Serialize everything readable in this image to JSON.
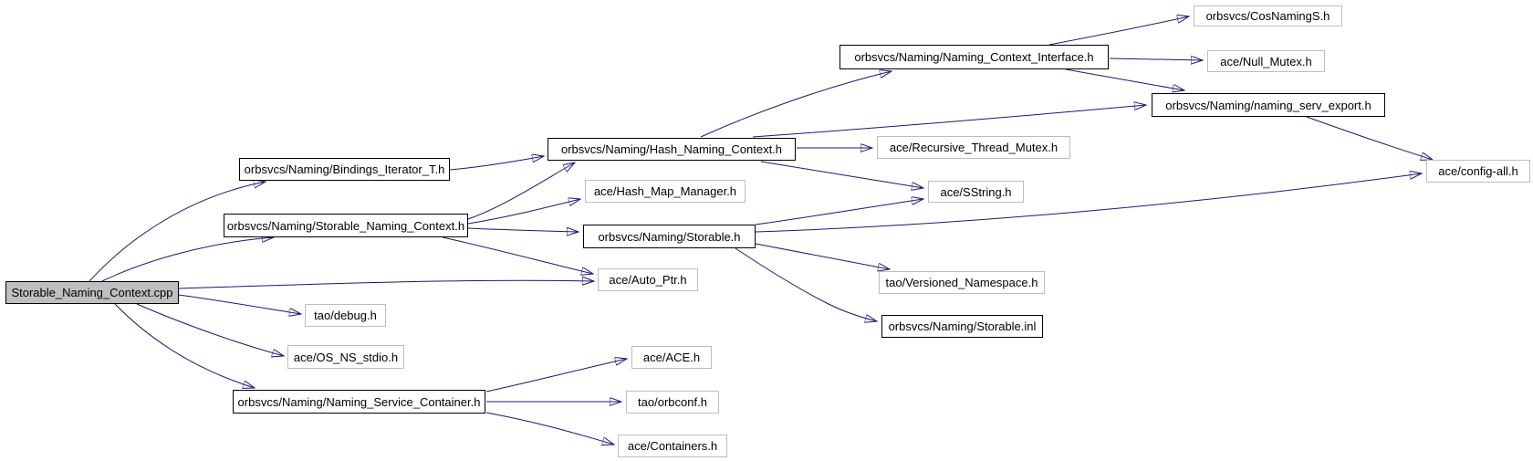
{
  "diagram": {
    "kind": "include-dependency-graph",
    "root_file": "Storable_Naming_Context.cpp",
    "colors": {
      "edge": "#191970",
      "root_fill": "#bfbfbf",
      "node_fill": "#ffffff",
      "documented_border": "#000000",
      "plain_border": "#bdbdbd",
      "text": "#000000",
      "background": "#ffffff"
    }
  },
  "nodes": [
    {
      "id": "cpp",
      "label": "Storable_Naming_Context.cpp"
    },
    {
      "id": "bindings",
      "label": "orbsvcs/Naming/Bindings_Iterator_T.h"
    },
    {
      "id": "snc_h",
      "label": "orbsvcs/Naming/Storable_Naming_Context.h"
    },
    {
      "id": "hash_ctx",
      "label": "orbsvcs/Naming/Hash_Naming_Context.h"
    },
    {
      "id": "hash_map",
      "label": "ace/Hash_Map_Manager.h"
    },
    {
      "id": "storable_h",
      "label": "orbsvcs/Naming/Storable.h"
    },
    {
      "id": "rec_mutex",
      "label": "ace/Recursive_Thread_Mutex.h"
    },
    {
      "id": "sstring",
      "label": "ace/SString.h"
    },
    {
      "id": "nci",
      "label": "orbsvcs/Naming/Naming_Context_Interface.h"
    },
    {
      "id": "cosnamings",
      "label": "orbsvcs/CosNamingS.h"
    },
    {
      "id": "null_mutex",
      "label": "ace/Null_Mutex.h"
    },
    {
      "id": "serv_export",
      "label": "orbsvcs/Naming/naming_serv_export.h"
    },
    {
      "id": "config_all",
      "label": "ace/config-all.h"
    },
    {
      "id": "auto_ptr",
      "label": "ace/Auto_Ptr.h"
    },
    {
      "id": "versioned",
      "label": "tao/Versioned_Namespace.h"
    },
    {
      "id": "storable_inl",
      "label": "orbsvcs/Naming/Storable.inl"
    },
    {
      "id": "debug",
      "label": "tao/debug.h"
    },
    {
      "id": "os_ns_stdio",
      "label": "ace/OS_NS_stdio.h"
    },
    {
      "id": "nsc",
      "label": "orbsvcs/Naming/Naming_Service_Container.h"
    },
    {
      "id": "ace_h",
      "label": "ace/ACE.h"
    },
    {
      "id": "orbconf",
      "label": "tao/orbconf.h"
    },
    {
      "id": "containers",
      "label": "ace/Containers.h"
    }
  ],
  "edges": [
    {
      "from": "cpp",
      "to": "bindings"
    },
    {
      "from": "cpp",
      "to": "snc_h"
    },
    {
      "from": "cpp",
      "to": "auto_ptr"
    },
    {
      "from": "cpp",
      "to": "debug"
    },
    {
      "from": "cpp",
      "to": "os_ns_stdio"
    },
    {
      "from": "cpp",
      "to": "nsc"
    },
    {
      "from": "bindings",
      "to": "hash_ctx"
    },
    {
      "from": "snc_h",
      "to": "hash_ctx"
    },
    {
      "from": "snc_h",
      "to": "hash_map"
    },
    {
      "from": "snc_h",
      "to": "storable_h"
    },
    {
      "from": "snc_h",
      "to": "auto_ptr"
    },
    {
      "from": "hash_ctx",
      "to": "nci"
    },
    {
      "from": "hash_ctx",
      "to": "serv_export"
    },
    {
      "from": "hash_ctx",
      "to": "rec_mutex"
    },
    {
      "from": "hash_ctx",
      "to": "sstring"
    },
    {
      "from": "nci",
      "to": "cosnamings"
    },
    {
      "from": "nci",
      "to": "null_mutex"
    },
    {
      "from": "nci",
      "to": "serv_export"
    },
    {
      "from": "serv_export",
      "to": "config_all"
    },
    {
      "from": "storable_h",
      "to": "sstring"
    },
    {
      "from": "storable_h",
      "to": "config_all"
    },
    {
      "from": "storable_h",
      "to": "versioned"
    },
    {
      "from": "storable_h",
      "to": "storable_inl"
    },
    {
      "from": "nsc",
      "to": "ace_h"
    },
    {
      "from": "nsc",
      "to": "orbconf"
    },
    {
      "from": "nsc",
      "to": "containers"
    }
  ]
}
